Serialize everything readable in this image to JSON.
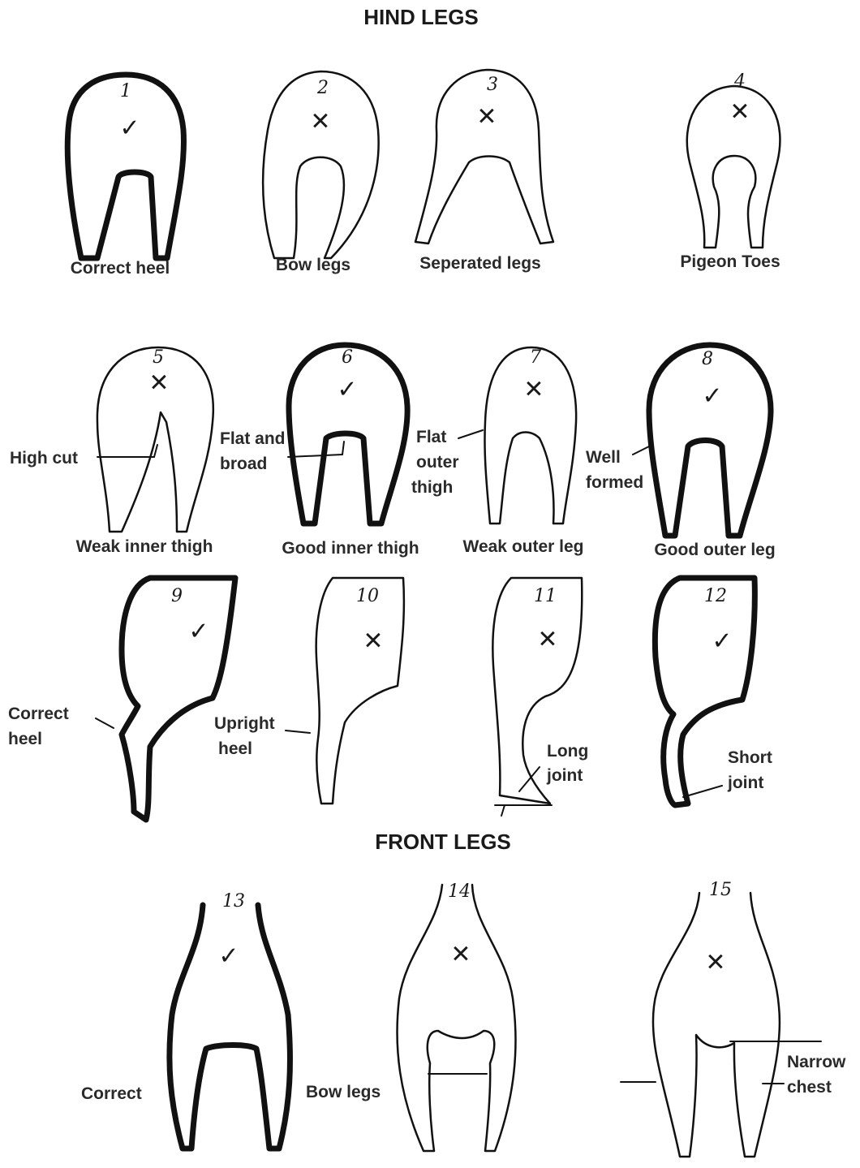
{
  "headings": {
    "hind": "HIND LEGS",
    "front": "FRONT LEGS"
  },
  "figures": [
    {
      "n": "1",
      "mark": "check",
      "caption": "Correct heel"
    },
    {
      "n": "2",
      "mark": "cross",
      "caption": "Bow legs"
    },
    {
      "n": "3",
      "mark": "cross",
      "caption": "Seperated legs"
    },
    {
      "n": "4",
      "mark": "cross",
      "caption": "Pigeon Toes"
    },
    {
      "n": "5",
      "mark": "cross",
      "caption": "Weak inner thigh"
    },
    {
      "n": "6",
      "mark": "check",
      "caption": "Good inner thigh"
    },
    {
      "n": "7",
      "mark": "cross",
      "caption": "Weak outer leg"
    },
    {
      "n": "8",
      "mark": "check",
      "caption": "Good outer leg"
    },
    {
      "n": "9",
      "mark": "check"
    },
    {
      "n": "10",
      "mark": "cross"
    },
    {
      "n": "11",
      "mark": "cross"
    },
    {
      "n": "12",
      "mark": "check"
    },
    {
      "n": "13",
      "mark": "check"
    },
    {
      "n": "14",
      "mark": "cross"
    },
    {
      "n": "15",
      "mark": "cross"
    }
  ],
  "annotations": {
    "high_cut": "High cut",
    "flat_broad_1": "Flat and",
    "flat_broad_2": "broad",
    "flat_outer_1": "Flat",
    "flat_outer_2": "outer",
    "flat_outer_3": "thigh",
    "well_formed_1": "Well",
    "well_formed_2": "formed",
    "correct_heel_1": "Correct",
    "correct_heel_2": "heel",
    "upright_heel_1": "Upright",
    "upright_heel_2": "heel",
    "long_joint_1": "Long",
    "long_joint_2": "joint",
    "short_joint_1": "Short",
    "short_joint_2": "joint",
    "correct": "Correct",
    "bow_legs": "Bow legs",
    "narrow_chest_1": "Narrow",
    "narrow_chest_2": "chest"
  },
  "symbols": {
    "check": "✓",
    "cross": "✕"
  }
}
